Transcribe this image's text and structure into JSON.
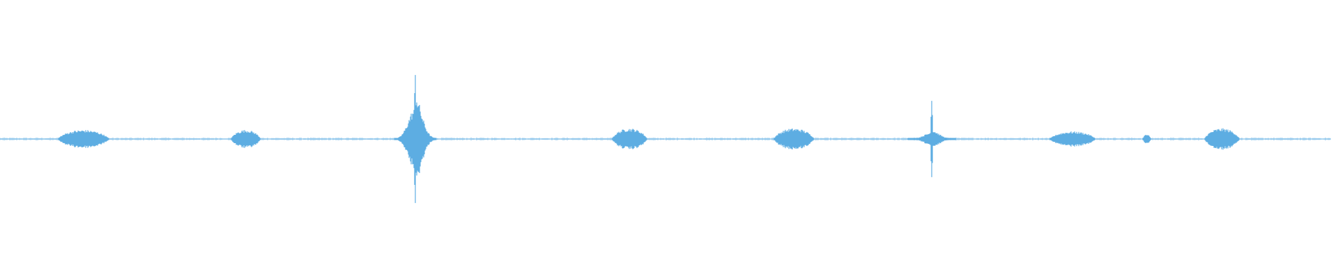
{
  "waveform": {
    "color": "#5dade2",
    "duration_fraction_visible": 1.0,
    "events": [
      {
        "center": 0.0627,
        "halfwidth": 0.019,
        "amp": 0.06
      },
      {
        "center": 0.1847,
        "halfwidth": 0.011,
        "amp": 0.06
      },
      {
        "center": 0.312,
        "halfwidth": 0.016,
        "amp": 0.49,
        "spike": 0.49
      },
      {
        "center": 0.473,
        "halfwidth": 0.013,
        "amp": 0.07
      },
      {
        "center": 0.5965,
        "halfwidth": 0.015,
        "amp": 0.07
      },
      {
        "center": 0.7,
        "halfwidth": 0.018,
        "amp": 0.1,
        "spike": 0.3
      },
      {
        "center": 0.806,
        "halfwidth": 0.017,
        "amp": 0.05
      },
      {
        "center": 0.8615,
        "halfwidth": 0.003,
        "amp": 0.03
      },
      {
        "center": 0.918,
        "halfwidth": 0.013,
        "amp": 0.07
      }
    ]
  }
}
